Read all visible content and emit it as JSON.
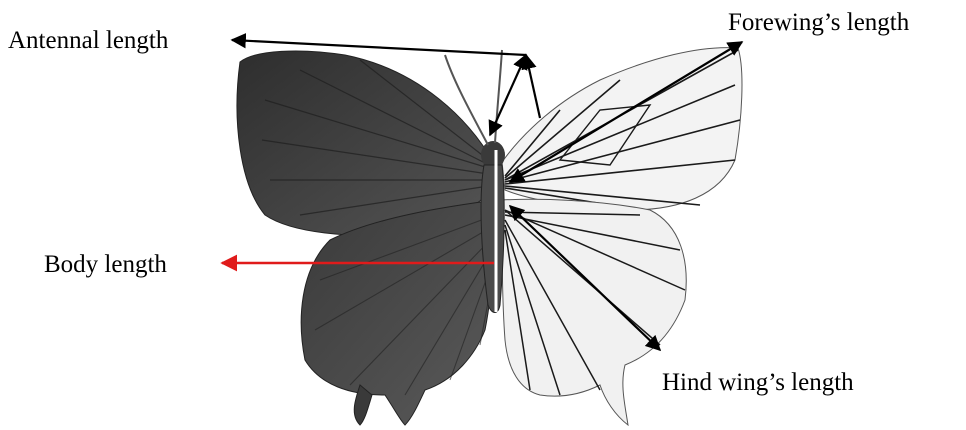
{
  "labels": {
    "antennal_length": "Antennal length",
    "forewing_length": "Forewing’s length",
    "body_length": "Body length",
    "hind_wing_length": "Hind wing’s length"
  },
  "colors": {
    "background": "#ffffff",
    "left_wing_dark": "#3a3a3a",
    "left_wing_mid": "#4a4a4a",
    "right_wing_light": "#f2f2f2",
    "vein_dark": "#1a1a1a",
    "body_arrow_red": "#e01b1b",
    "measure_line": "#000000"
  }
}
